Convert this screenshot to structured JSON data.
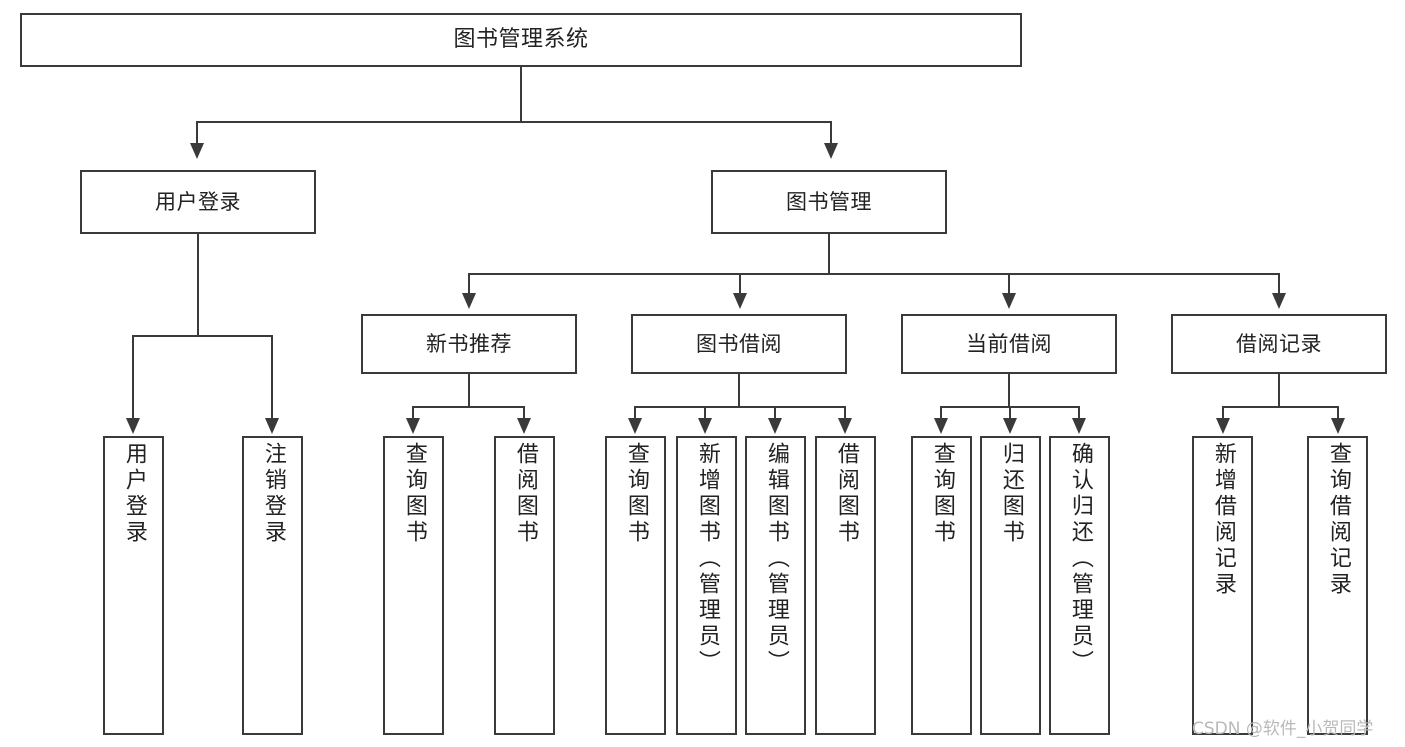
{
  "diagram": {
    "title_node": {
      "label": "图书管理系统"
    },
    "level2": [
      {
        "label": "用户登录"
      },
      {
        "label": "图书管理"
      }
    ],
    "level3": [
      {
        "label": "新书推荐"
      },
      {
        "label": "图书借阅"
      },
      {
        "label": "当前借阅"
      },
      {
        "label": "借阅记录"
      }
    ],
    "leaves": {
      "user_login": [
        {
          "label": "用户登录"
        },
        {
          "label": "注销登录"
        }
      ],
      "new_book_recommend": [
        {
          "label": "查询图书"
        },
        {
          "label": "借阅图书"
        }
      ],
      "book_borrow": [
        {
          "label": "查询图书"
        },
        {
          "label": "新增图书（管理员）"
        },
        {
          "label": "编辑图书（管理员）"
        },
        {
          "label": "借阅图书"
        }
      ],
      "current_borrow": [
        {
          "label": "查询图书"
        },
        {
          "label": "归还图书"
        },
        {
          "label": "确认归还（管理员）"
        }
      ],
      "borrow_record": [
        {
          "label": "新增借阅记录"
        },
        {
          "label": "查询借阅记录"
        }
      ]
    }
  },
  "watermark": {
    "text": "CSDN @软件_小贺同学"
  },
  "colors": {
    "stroke": "#3a3a3a",
    "text": "#222222",
    "background": "#ffffff",
    "watermark": "#b9b9b9"
  }
}
